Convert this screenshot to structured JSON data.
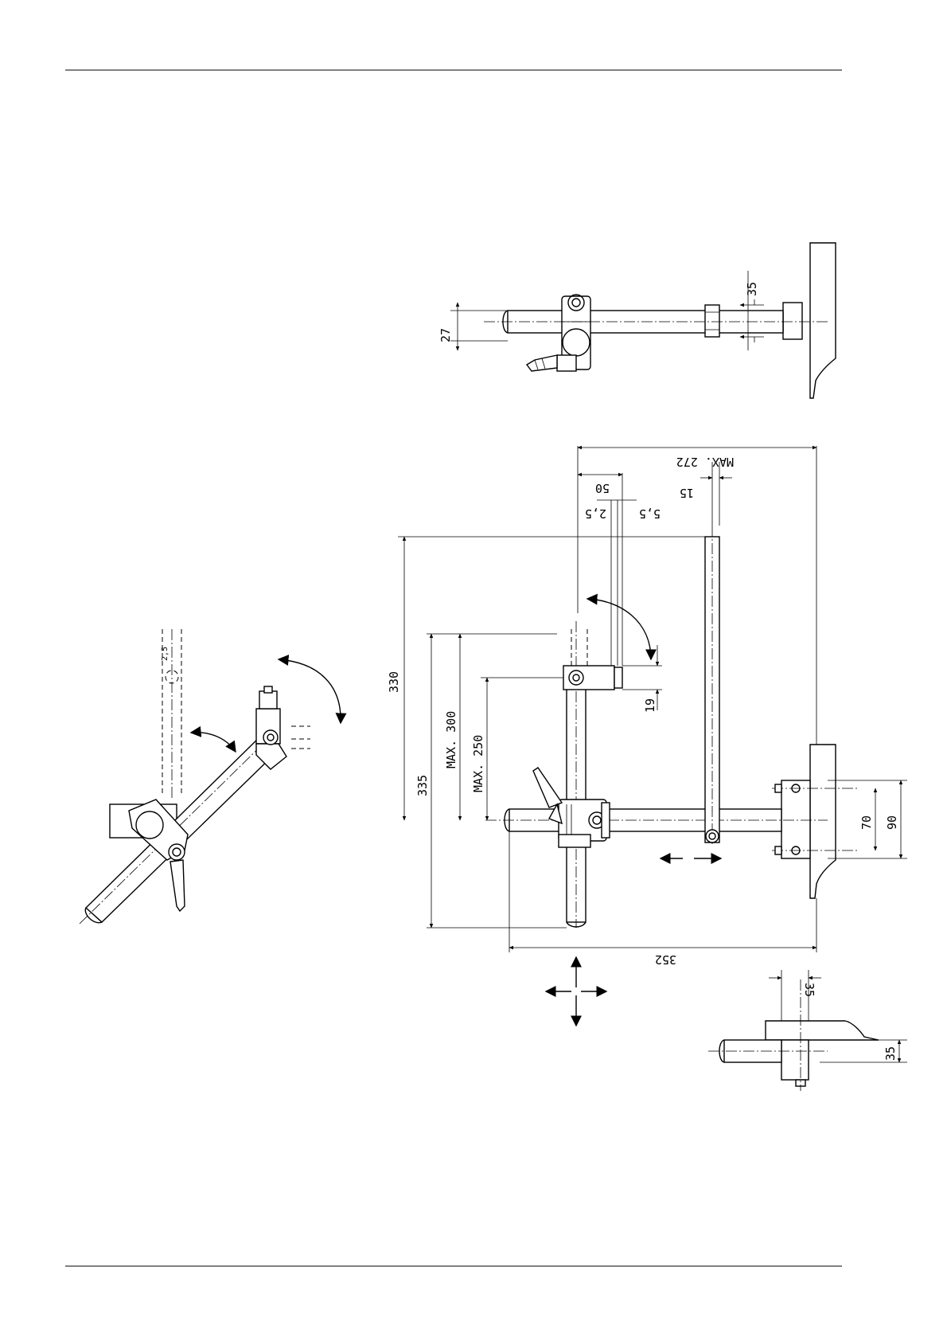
{
  "dimensions": {
    "d_35_top": "35",
    "d_27": "27",
    "d_max_272": "MAX. 272",
    "d_50": "50",
    "d_15": "15",
    "d_2_5": "2,5",
    "d_5_5": "5,5",
    "d_330": "330",
    "d_335": "335",
    "d_max_300": "MAX. 300",
    "d_max_250": "MAX. 250",
    "d_19": "19",
    "d_70": "70",
    "d_90": "90",
    "d_352": "352",
    "d_35_bottom_top": "35",
    "d_35_bottom_side": "35"
  },
  "colors": {
    "line": "#000000",
    "background": "#ffffff"
  }
}
